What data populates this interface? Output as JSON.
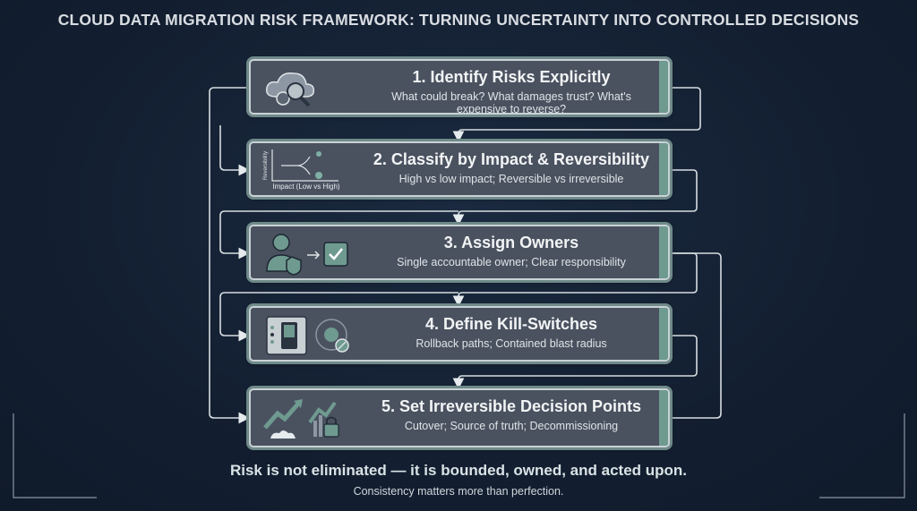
{
  "title": "CLOUD DATA MIGRATION RISK FRAMEWORK: TURNING UNCERTAINTY INTO CONTROLLED DECISIONS",
  "steps": [
    {
      "heading": "1. Identify Risks Explicitly",
      "description": "What could break? What damages trust? What's expensive to reverse?",
      "icon": "cloud-search-gear-icon"
    },
    {
      "heading": "2. Classify by Impact & Reversibility",
      "description": "High vs low impact; Reversible vs irreversible",
      "icon": "impact-reversibility-chart-icon",
      "icon_labels": {
        "x": "Impact (Low vs High)",
        "y": "Reversibility"
      }
    },
    {
      "heading": "3. Assign Owners",
      "description": "Single accountable owner; Clear responsibility",
      "icon": "user-shield-check-icon"
    },
    {
      "heading": "4. Define Kill-Switches",
      "description": "Rollback paths; Contained blast radius",
      "icon": "switch-target-icon"
    },
    {
      "heading": "5. Set Irreversible Decision Points",
      "description": "Cutover; Source of truth; Decommissioning",
      "icon": "trend-lock-icon"
    }
  ],
  "footer": {
    "main": "Risk is not eliminated — it is bounded, owned, and acted upon.",
    "sub": "Consistency matters more than perfection."
  },
  "colors": {
    "background": "#131f31",
    "box": "#4a5260",
    "accent": "#6f9a90",
    "line": "#d6dde0"
  }
}
